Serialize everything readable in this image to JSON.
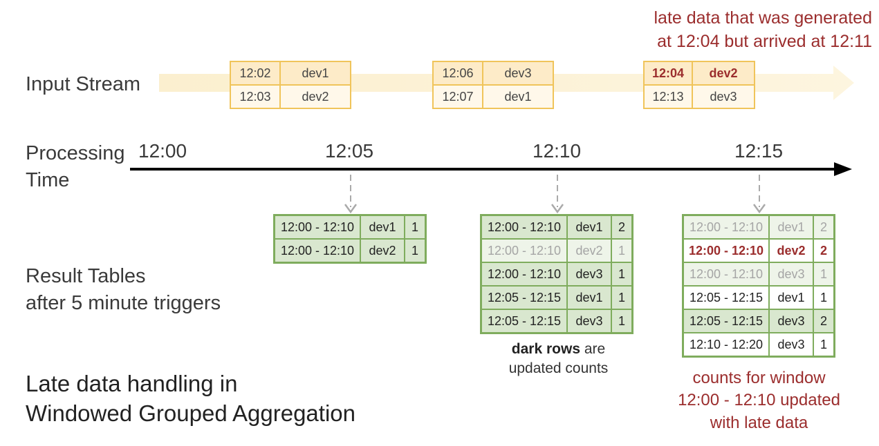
{
  "labels": {
    "input_stream": "Input Stream",
    "processing_line1": "Processing",
    "processing_line2": "Time",
    "result_line1": "Result Tables",
    "result_line2": "after 5 minute triggers",
    "title_line1": "Late data handling in",
    "title_line2": "Windowed Grouped Aggregation"
  },
  "timeline": {
    "ticks": [
      "12:00",
      "12:05",
      "12:10",
      "12:15"
    ]
  },
  "input_events": [
    {
      "rows": [
        {
          "time": "12:02",
          "device": "dev1"
        },
        {
          "time": "12:03",
          "device": "dev2"
        }
      ]
    },
    {
      "rows": [
        {
          "time": "12:06",
          "device": "dev3"
        },
        {
          "time": "12:07",
          "device": "dev1"
        }
      ]
    },
    {
      "rows": [
        {
          "time": "12:04",
          "device": "dev2",
          "late": true
        },
        {
          "time": "12:13",
          "device": "dev3"
        }
      ]
    }
  ],
  "result_tables": [
    {
      "rows": [
        {
          "window": "12:00 - 12:10",
          "device": "dev1",
          "count": "1",
          "style": "dark"
        },
        {
          "window": "12:00 - 12:10",
          "device": "dev2",
          "count": "1",
          "style": "dark"
        }
      ]
    },
    {
      "rows": [
        {
          "window": "12:00 - 12:10",
          "device": "dev1",
          "count": "2",
          "style": "dark"
        },
        {
          "window": "12:00 - 12:10",
          "device": "dev2",
          "count": "1",
          "style": "light"
        },
        {
          "window": "12:00 - 12:10",
          "device": "dev3",
          "count": "1",
          "style": "dark"
        },
        {
          "window": "12:05 - 12:15",
          "device": "dev1",
          "count": "1",
          "style": "dark"
        },
        {
          "window": "12:05 - 12:15",
          "device": "dev3",
          "count": "1",
          "style": "dark"
        }
      ]
    },
    {
      "rows": [
        {
          "window": "12:00 - 12:10",
          "device": "dev1",
          "count": "2",
          "style": "light"
        },
        {
          "window": "12:00 - 12:10",
          "device": "dev2",
          "count": "2",
          "style": "red"
        },
        {
          "window": "12:00 - 12:10",
          "device": "dev3",
          "count": "1",
          "style": "light"
        },
        {
          "window": "12:05 - 12:15",
          "device": "dev1",
          "count": "1",
          "style": "white"
        },
        {
          "window": "12:05 - 12:15",
          "device": "dev3",
          "count": "2",
          "style": "dark"
        },
        {
          "window": "12:10 - 12:20",
          "device": "dev3",
          "count": "1",
          "style": "white"
        }
      ]
    }
  ],
  "notes": {
    "late_line1": "late data that was generated",
    "late_line2": "at 12:04 but arrived at 12:11",
    "dark_bold": "dark rows",
    "dark_rest": " are",
    "dark_line2": "updated counts",
    "counts_line1": "counts for window",
    "counts_line2": "12:00 - 12:10 updated",
    "counts_line3": "with late data"
  },
  "colors": {
    "accent_red": "#9b2d2d",
    "stream_border": "#f0c45a",
    "table_border": "#7fac5d",
    "dark_row": "#d9e7cf"
  }
}
